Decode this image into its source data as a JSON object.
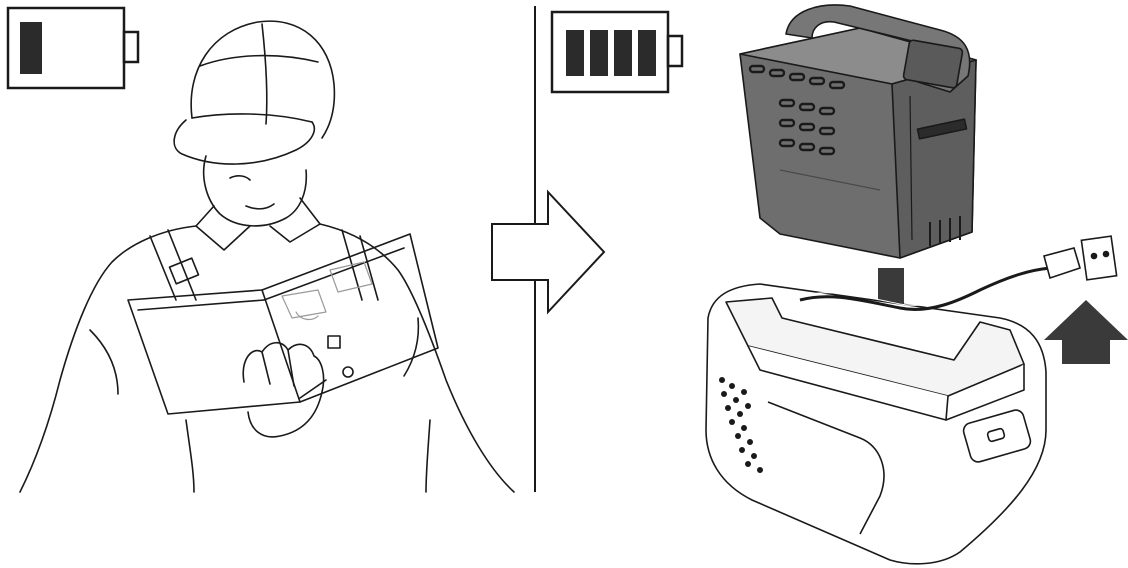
{
  "colors": {
    "ink": "#1a1a1a",
    "battery_fill": "#2b2b2b",
    "battery_grey": "#6e6e6e",
    "battery_grey_light": "#8c8c8c",
    "arrow_dark": "#3a3a3a",
    "paper": "#ffffff"
  },
  "panels": {
    "left": {
      "icon": "battery-low-icon",
      "battery_level_fraction": 0.25,
      "illustration": "person-reading-manual-icon"
    },
    "separator": "vertical-divider",
    "transition": "right-arrow-icon",
    "right": {
      "icon": "battery-full-icon",
      "battery_level_fraction": 1.0,
      "illustration": "battery-into-charger-icon",
      "insert_arrow": "down-arrow-icon",
      "plug_arrow": "up-arrow-icon"
    }
  }
}
